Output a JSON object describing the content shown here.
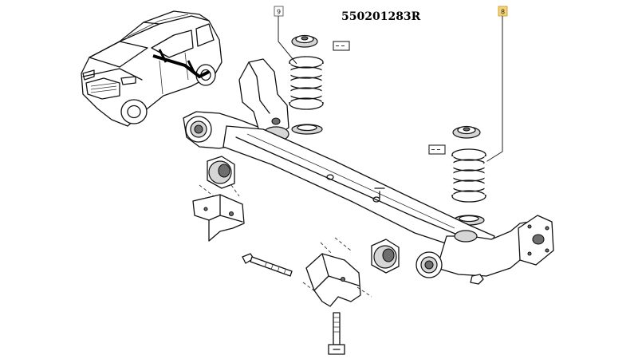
{
  "part_number": "550201283R",
  "callouts": [
    {
      "id": "callout-9",
      "label": "9",
      "highlighted": false
    },
    {
      "id": "callout-8",
      "label": "8",
      "highlighted": true
    }
  ],
  "colors": {
    "line": "#111111",
    "background": "#ffffff",
    "highlight_fill": "#f5d27a",
    "highlight_border": "#c89420",
    "part_shade": "#d6d6d6",
    "dark_shade": "#6e6e6e"
  },
  "icons": {
    "vehicle": "suv-outline-with-highlighted-rear-axle",
    "spring_symbol": "dashed-box-symbol"
  }
}
